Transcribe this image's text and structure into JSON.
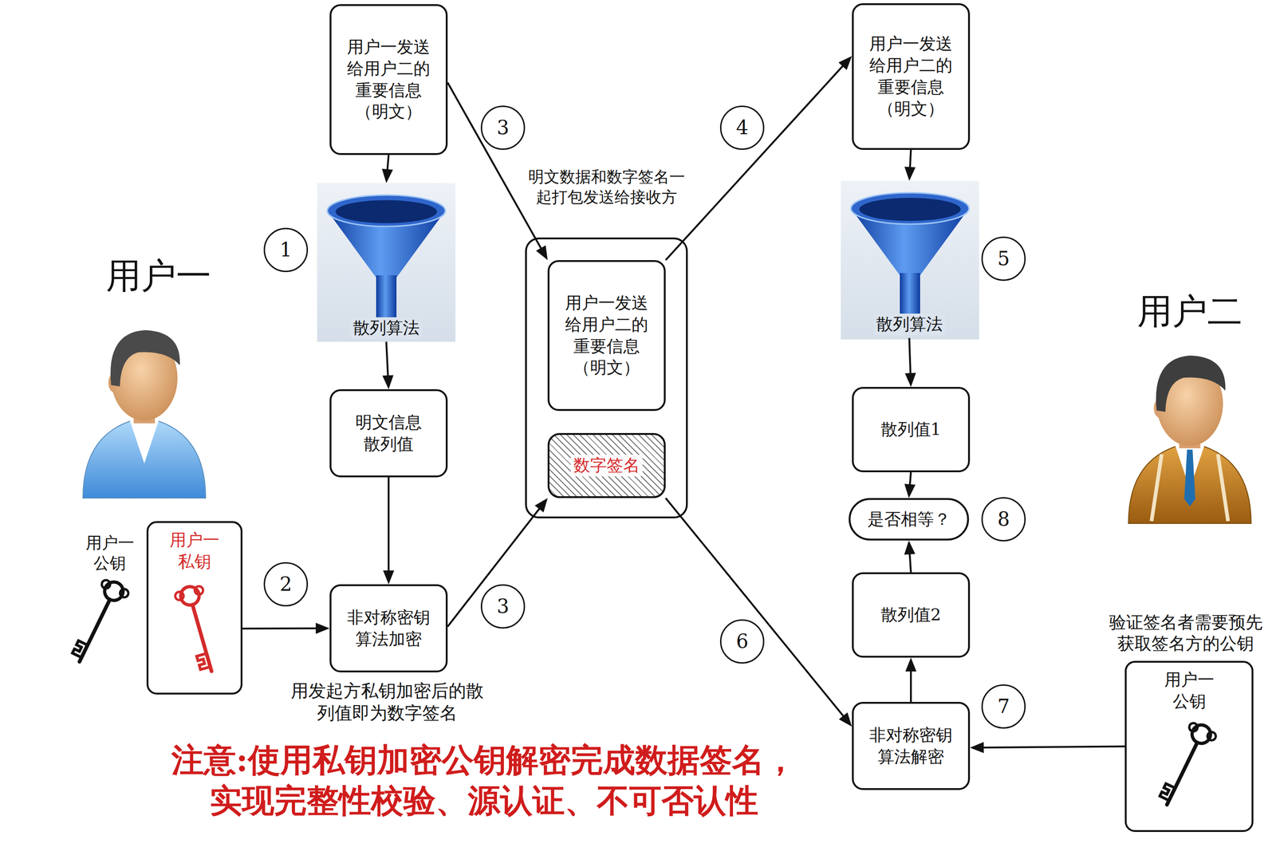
{
  "diagram": {
    "nodes": [
      {
        "text": [
          "用户一发送 给用户二的 重要信息 （明文）"
        ]
      },
      {
        "text": [
          "散列算法"
        ]
      },
      {
        "text": [
          "明文信息 散列值"
        ]
      },
      {
        "text": [
          "非对称密钥 算法加密"
        ]
      },
      {
        "text": [
          "明文数据和数字签名一 起打包发送给接收方"
        ]
      },
      {
        "text": [
          "用户一发送 给用户二的 重要信息 （明文）"
        ],
        "in": 4
      },
      {
        "text": [
          "数字签名"
        ],
        "in": 4
      },
      {
        "text": [
          "用户一发送 给用户二的 重要信息 （明文）"
        ]
      },
      {
        "text": [
          "散列算法"
        ]
      },
      {
        "text": [
          "散列值1"
        ]
      },
      {
        "text": [
          "是否相等？"
        ]
      },
      {
        "text": [
          "散列值2"
        ]
      },
      {
        "text": [
          "非对称密钥 算法解密"
        ]
      },
      {
        "text": [
          "用户一 私钥"
        ]
      },
      {
        "text": [
          "用户一 公钥"
        ]
      }
    ],
    "edges": [
      {
        "from": 0,
        "to": 1,
        "arrow": "to"
      },
      {
        "from": 1,
        "to": 2,
        "arrow": "to"
      },
      {
        "from": 2,
        "to": 3,
        "arrow": "to"
      },
      {
        "from": 13,
        "to": 3,
        "arrow": "to"
      },
      {
        "from": 0,
        "to": 5,
        "arrow": "to"
      },
      {
        "from": 3,
        "to": 6,
        "arrow": "to"
      },
      {
        "from": 5,
        "to": 7,
        "arrow": "to"
      },
      {
        "from": 6,
        "to": 12,
        "arrow": "to"
      },
      {
        "from": 14,
        "to": 12,
        "arrow": "to"
      },
      {
        "from": 7,
        "to": 8,
        "arrow": "to"
      },
      {
        "from": 8,
        "to": 9,
        "arrow": "to"
      },
      {
        "from": 9,
        "to": 10,
        "arrow": "to"
      },
      {
        "from": 11,
        "to": 10,
        "arrow": "to"
      },
      {
        "from": 12,
        "to": 11,
        "arrow": "to"
      }
    ],
    "labels": [
      "用户一",
      "用户一 公钥",
      "1",
      "2",
      "3",
      "4",
      "3",
      "用发起方私钥加密后的散 列值即为数字签名",
      "用户二",
      "5",
      "8",
      "6",
      "7",
      "验证签名者需要预先 获取签名方的公钥",
      "注意:使用私钥加密公钥解密完成数据签名， 实现完整性校验、源认证、不可否认性"
    ]
  }
}
